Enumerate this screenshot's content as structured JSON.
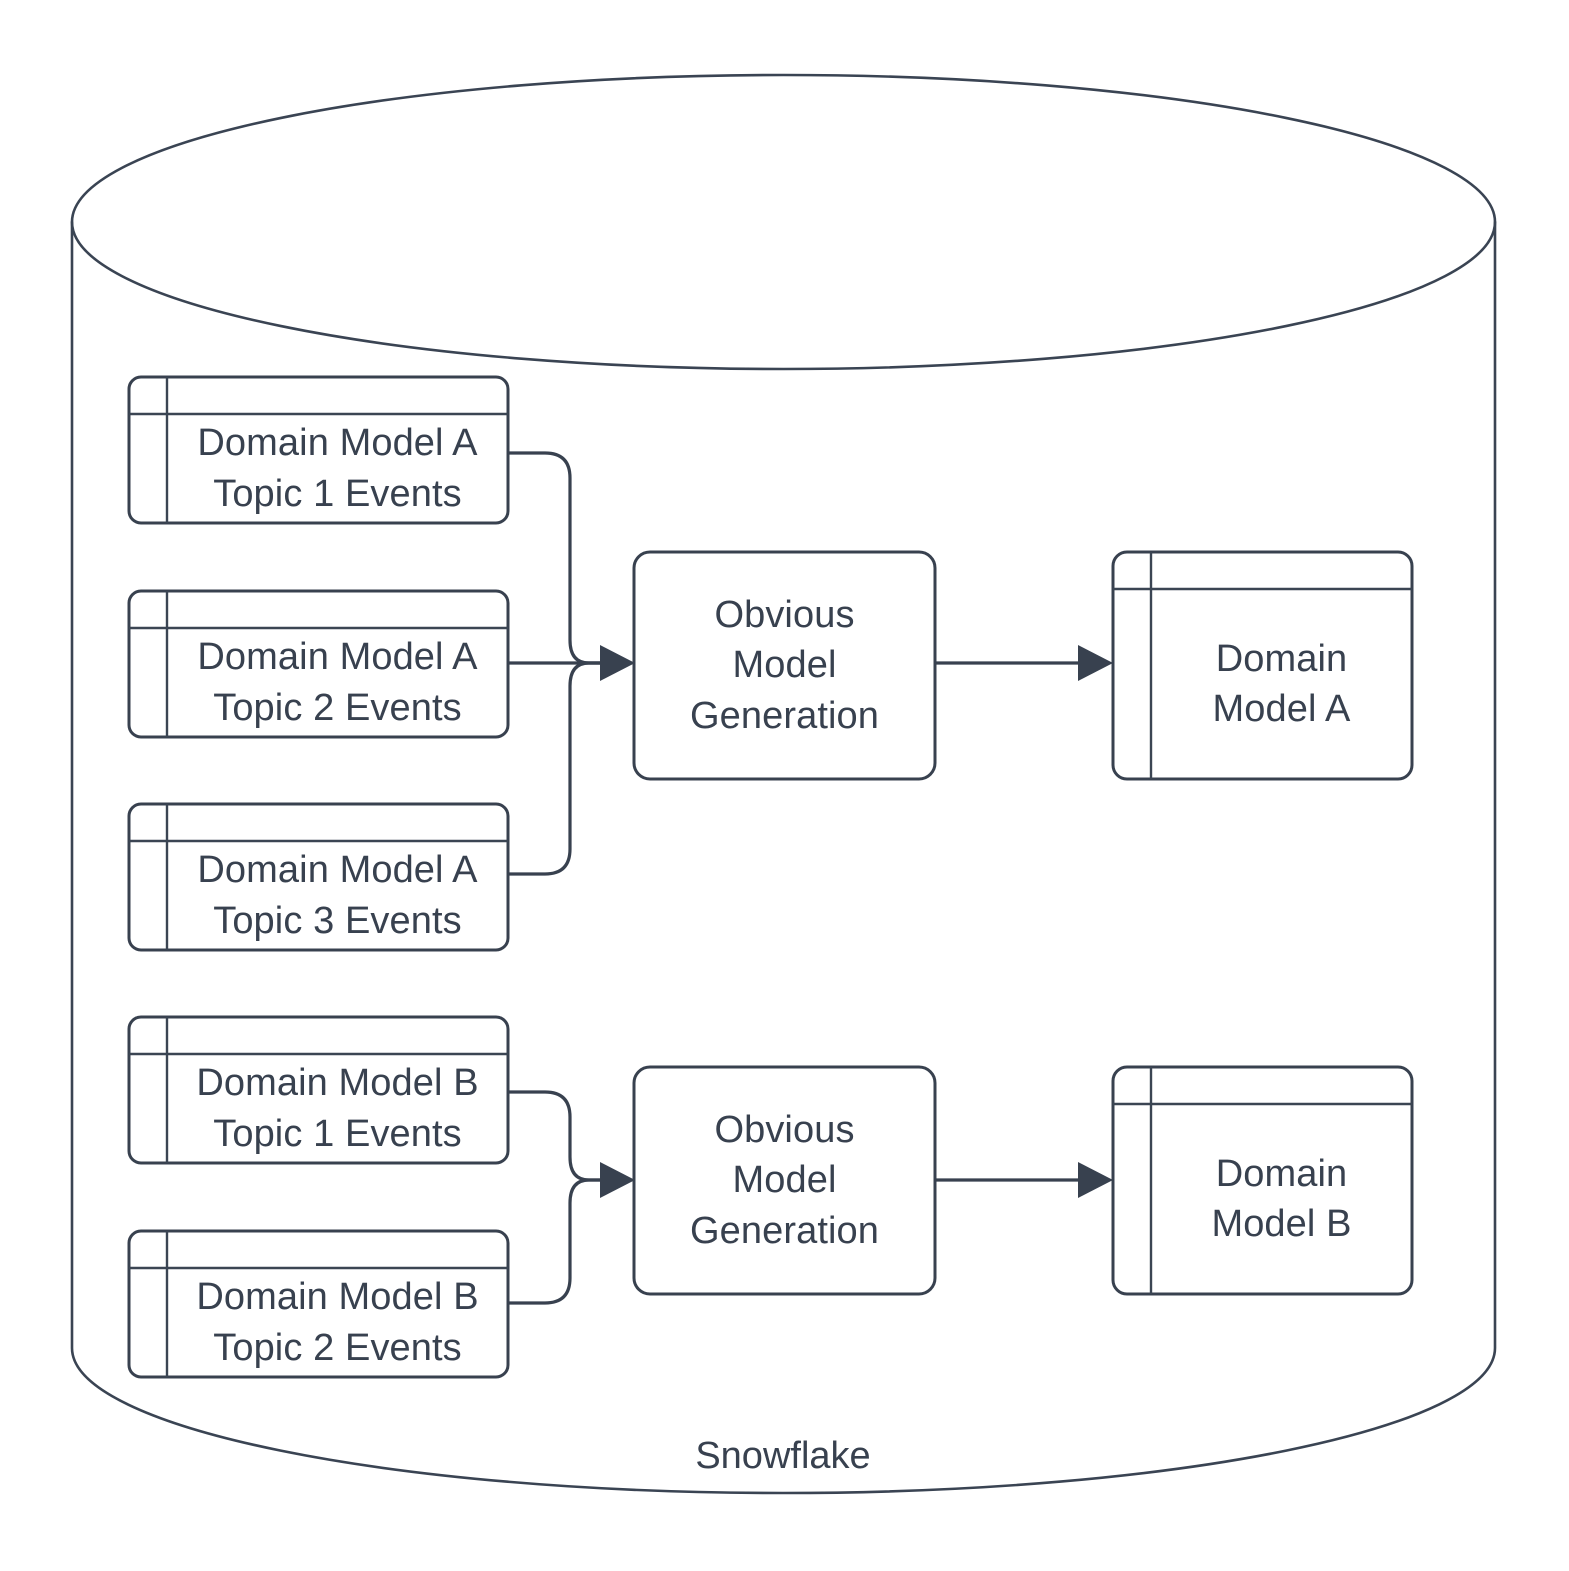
{
  "diagram": {
    "title_label": "Snowflake",
    "colors": {
      "stroke": "#38414f",
      "text": "#38414f",
      "fill": "#ffffff",
      "background": "#ffffff"
    },
    "container": {
      "name": "snowflake-cylinder",
      "shape": "cylinder",
      "label": "Snowflake"
    },
    "sources": [
      {
        "id": "src-a-topic-1",
        "shape": "table",
        "label": "Domain Model A\nTopic 1 Events"
      },
      {
        "id": "src-a-topic-2",
        "shape": "table",
        "label": "Domain Model A\nTopic 2 Events"
      },
      {
        "id": "src-a-topic-3",
        "shape": "table",
        "label": "Domain Model A\nTopic 3 Events"
      },
      {
        "id": "src-b-topic-1",
        "shape": "table",
        "label": "Domain Model B\nTopic 1 Events"
      },
      {
        "id": "src-b-topic-2",
        "shape": "table",
        "label": "Domain Model B\nTopic 2 Events"
      }
    ],
    "processes": [
      {
        "id": "proc-a",
        "shape": "rounded-rect",
        "label": "Obvious\nModel\nGeneration"
      },
      {
        "id": "proc-b",
        "shape": "rounded-rect",
        "label": "Obvious\nModel\nGeneration"
      }
    ],
    "outputs": [
      {
        "id": "out-a",
        "shape": "table",
        "label": "Domain\nModel A"
      },
      {
        "id": "out-b",
        "shape": "table",
        "label": "Domain\nModel B"
      }
    ],
    "edges": [
      {
        "from": "src-a-topic-1",
        "to": "proc-a",
        "arrow": true
      },
      {
        "from": "src-a-topic-2",
        "to": "proc-a",
        "arrow": true
      },
      {
        "from": "src-a-topic-3",
        "to": "proc-a",
        "arrow": true
      },
      {
        "from": "proc-a",
        "to": "out-a",
        "arrow": true
      },
      {
        "from": "src-b-topic-1",
        "to": "proc-b",
        "arrow": true
      },
      {
        "from": "src-b-topic-2",
        "to": "proc-b",
        "arrow": true
      },
      {
        "from": "proc-b",
        "to": "out-b",
        "arrow": true
      }
    ]
  }
}
